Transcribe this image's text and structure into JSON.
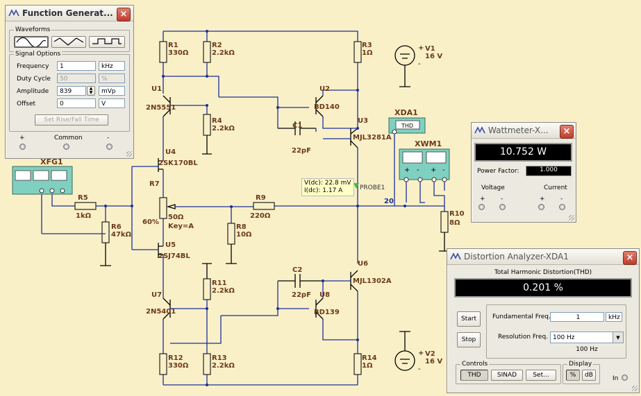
{
  "schematic": {
    "labels": {
      "R1": "R1",
      "R1v": "330Ω",
      "R2": "R2",
      "R2v": "2.2kΩ",
      "R3": "R3",
      "R3v": "1Ω",
      "R4": "R4",
      "R4v": "2.2kΩ",
      "R5": "R5",
      "R5v": "1kΩ",
      "R6": "R6",
      "R6v": "47kΩ",
      "R7": "R7",
      "R7v": "50Ω",
      "R7k": "Key=A",
      "R7p": "60%",
      "R8": "R8",
      "R8v": "10Ω",
      "R9": "R9",
      "R9v": "220Ω",
      "R10": "R10",
      "R10v": "8Ω",
      "R11": "R11",
      "R11v": "2.2kΩ",
      "R12": "R12",
      "R12v": "330Ω",
      "R13": "R13",
      "R13v": "2.2kΩ",
      "R14": "R14",
      "R14v": "1Ω",
      "U1": "U1",
      "U1v": "2N5551",
      "U2": "U2",
      "U2v": "BD140",
      "U3": "U3",
      "U3v": "MJL3281A",
      "U4": "U4",
      "U4v": "2SK170BL",
      "U5": "U5",
      "U5v": "2SJ74BL",
      "U6": "U6",
      "U6v": "MJL1302A",
      "U7": "U7",
      "U7v": "2N5401",
      "U8": "U8",
      "U8v": "BD139",
      "C1": "C1",
      "C1v": "22pF",
      "C2": "C2",
      "C2v": "22pF",
      "V1": "V1",
      "V1v": "16 V",
      "V2": "V2",
      "V2v": "16 V",
      "XFG1": "XFG1",
      "XDA1": "XDA1",
      "XWM1": "XWM1",
      "thd": "THD",
      "net20": "20",
      "probe": "PROBE1",
      "plus": "+",
      "minus": "-",
      "plus2": "+",
      "minus2": "-",
      "plusA": "+",
      "minusA": "-",
      "plusB": "+",
      "minusB": "-"
    },
    "probe_readout": {
      "line1": "V(dc): 22.8 mV",
      "line2": "I(dc): 1.17 A"
    }
  },
  "function_generator": {
    "title": "Function Generat...",
    "waveforms_label": "Waveforms",
    "signal_options_label": "Signal Options",
    "frequency_label": "Frequency",
    "frequency_value": "1",
    "frequency_unit": "kHz",
    "duty_label": "Duty Cycle",
    "duty_value": "50",
    "duty_unit": "%",
    "amplitude_label": "Amplitude",
    "amplitude_value": "839",
    "amplitude_unit": "mVp",
    "offset_label": "Offset",
    "offset_value": "0",
    "offset_unit": "V",
    "rise_fall_label": "Set Rise/Fall Time",
    "plus_label": "+",
    "common_label": "Common",
    "minus_label": "-"
  },
  "wattmeter": {
    "title": "Wattmeter-X...",
    "power": "10.752 W",
    "pf_label": "Power Factor:",
    "pf_value": "1.000",
    "voltage_label": "Voltage",
    "current_label": "Current",
    "plus": "+",
    "minus": "-",
    "plus2": "+",
    "minus2": "-"
  },
  "distortion": {
    "title": "Distortion Analyzer-XDA1",
    "heading": "Total Harmonic Distortion(THD)",
    "value": "0.201 %",
    "start_label": "Start",
    "stop_label": "Stop",
    "fund_label": "Fundamental Freq.",
    "fund_value": "1",
    "fund_unit": "kHz",
    "res_label": "Resolution Freq.",
    "res_value": "100 Hz",
    "res_below": "100 Hz",
    "controls_label": "Controls",
    "thd_btn": "THD",
    "sinad_btn": "SINAD",
    "set_btn": "Set...",
    "display_label": "Display",
    "pct_btn": "%",
    "db_btn": "dB",
    "in_label": "In"
  }
}
